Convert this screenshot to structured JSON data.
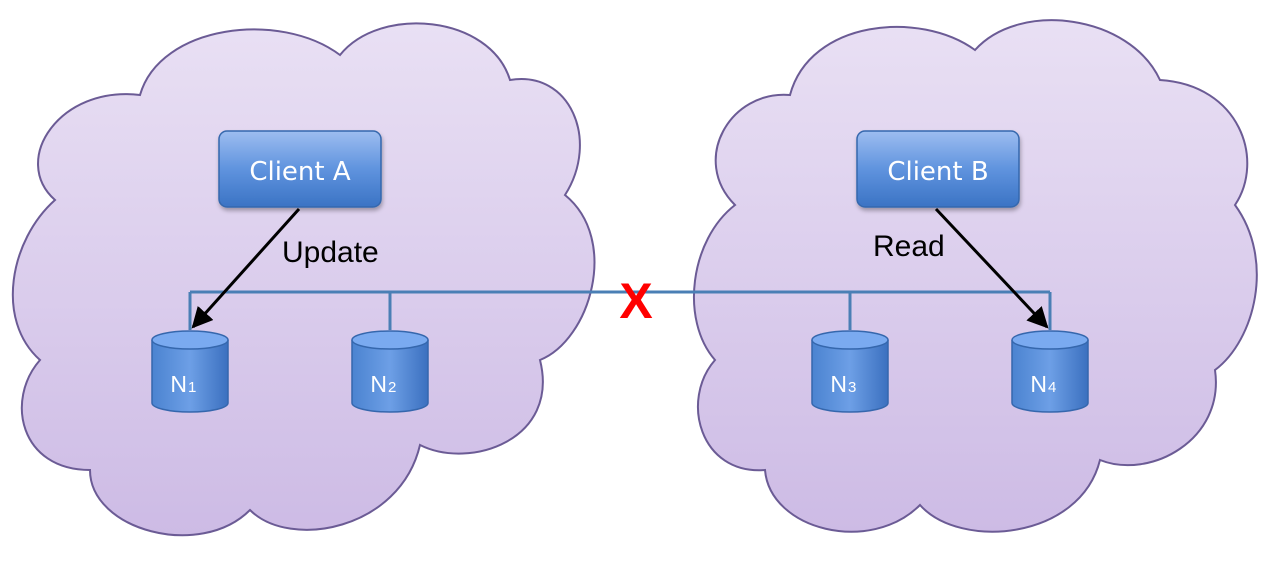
{
  "colors": {
    "cloud_fill_top": "#e8def3",
    "cloud_fill_bottom": "#cfbde6",
    "cloud_stroke": "#6b5b95",
    "box_top": "#8fb3ea",
    "box_bottom": "#3f78c8",
    "box_stroke": "#3567ad",
    "network_line": "#4a7fb5",
    "arrow": "#000000",
    "partition": "#ff0000"
  },
  "clients": {
    "a": {
      "label": "Client A"
    },
    "b": {
      "label": "Client B"
    }
  },
  "operations": {
    "update": "Update",
    "read": "Read"
  },
  "nodes": [
    {
      "letter": "N",
      "sub": "1"
    },
    {
      "letter": "N",
      "sub": "2"
    },
    {
      "letter": "N",
      "sub": "3"
    },
    {
      "letter": "N",
      "sub": "4"
    }
  ],
  "partition": {
    "mark": "X"
  }
}
